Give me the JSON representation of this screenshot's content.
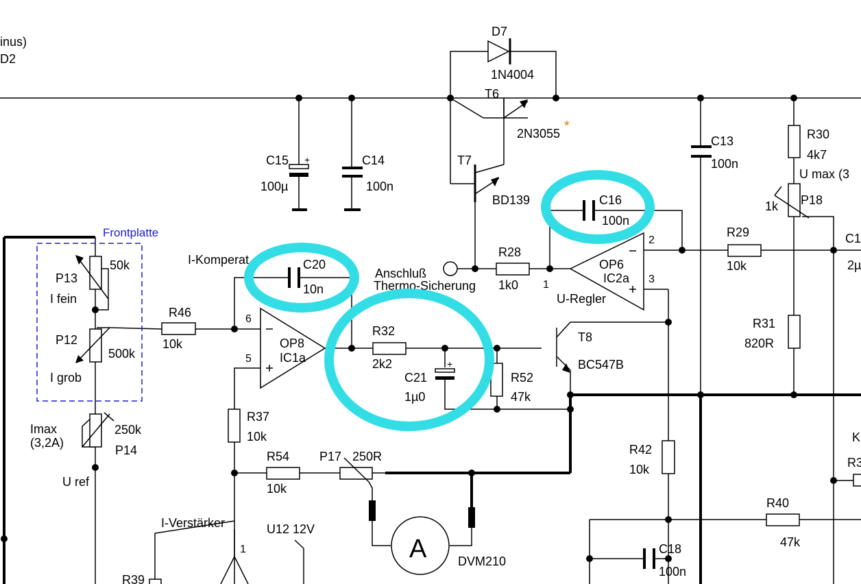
{
  "colors": {
    "wire": "#000000",
    "frontplate": "#1a1adb",
    "highlight": "#33dde6",
    "asterisk": "#e08000"
  },
  "top_left": {
    "line1": "inus)",
    "line2": "D2"
  },
  "frontplatte": {
    "label": "Frontplatte"
  },
  "components": {
    "D7": {
      "name": "D7",
      "value": "1N4004"
    },
    "T6": {
      "name": "T6",
      "value": "2N3055",
      "mark": "*"
    },
    "T7": {
      "name": "T7",
      "value": "BD139"
    },
    "C15": {
      "name": "C15",
      "value": "100µ"
    },
    "C14": {
      "name": "C14",
      "value": "100n"
    },
    "C13": {
      "name": "C13",
      "value": "100n"
    },
    "R30": {
      "name": "R30",
      "value": "4k7"
    },
    "umax": "U max (3",
    "P18": {
      "name": "P18",
      "value": "1k"
    },
    "C16": {
      "name": "C16",
      "value": "100n"
    },
    "R29": {
      "name": "R29",
      "value": "10k"
    },
    "C1x": {
      "name": "C1",
      "value": "2µ"
    },
    "R28": {
      "name": "R28",
      "value": "1k0"
    },
    "anschluss1": "Anschluß",
    "anschluss2": "Thermo-Sicherung",
    "OP6": {
      "name": "OP6",
      "sub": "IC2a",
      "role": "U-Regler",
      "pin_out": "1",
      "pin_minus": "2",
      "pin_plus": "3"
    },
    "OP8": {
      "name": "OP8",
      "sub": "IC1a",
      "pin_minus": "6",
      "pin_plus": "5"
    },
    "i_komp": "I-Komperat",
    "C20": {
      "name": "C20",
      "value": "10n"
    },
    "R46": {
      "name": "R46",
      "value": "10k"
    },
    "P13": {
      "name": "P13",
      "value": "50k",
      "desc": "I fein"
    },
    "P12": {
      "name": "P12",
      "value": "500k",
      "desc": "I grob"
    },
    "P14": {
      "name": "P14",
      "value": "250k",
      "desc1": "Imax",
      "desc2": "(3,2A)"
    },
    "uref": "U ref",
    "R32": {
      "name": "R32",
      "value": "2k2"
    },
    "C21": {
      "name": "C21",
      "value": "1µ0"
    },
    "R52": {
      "name": "R52",
      "value": "47k"
    },
    "T8": {
      "name": "T8",
      "value": "BC547B"
    },
    "R31": {
      "name": "R31",
      "value": "820R"
    },
    "R37": {
      "name": "R37",
      "value": "10k"
    },
    "R54": {
      "name": "R54",
      "value": "10k"
    },
    "P17": {
      "name": "P17",
      "value": "250R"
    },
    "R42": {
      "name": "R42",
      "value": "10k"
    },
    "R40": {
      "name": "R40",
      "value": "47k"
    },
    "C18": {
      "name": "C18",
      "value": "100n"
    },
    "i_verst": "I-Verstärker",
    "pin1": "1",
    "U12": "U12  12V",
    "DVM": {
      "symbol": "A",
      "name": "DVM210"
    },
    "edge_K": "K",
    "edge_R3": "R3",
    "R39": "R39"
  }
}
